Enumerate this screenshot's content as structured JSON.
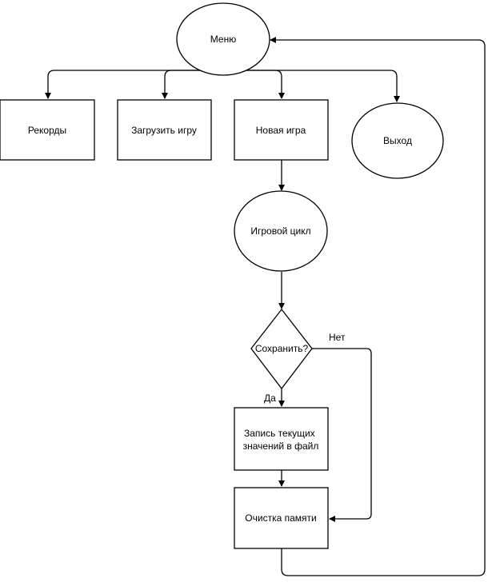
{
  "nodes": {
    "menu": "Меню",
    "records": "Рекорды",
    "load_game": "Загрузить игру",
    "new_game": "Новая игра",
    "exit": "Выход",
    "game_loop": "Игровой цикл",
    "save_decision": "Сохранить?",
    "write_values": [
      "Запись текущих",
      "значений в файл"
    ],
    "clear_memory": "Очистка памяти"
  },
  "edges": {
    "yes_label": "Да",
    "no_label": "Нет"
  }
}
